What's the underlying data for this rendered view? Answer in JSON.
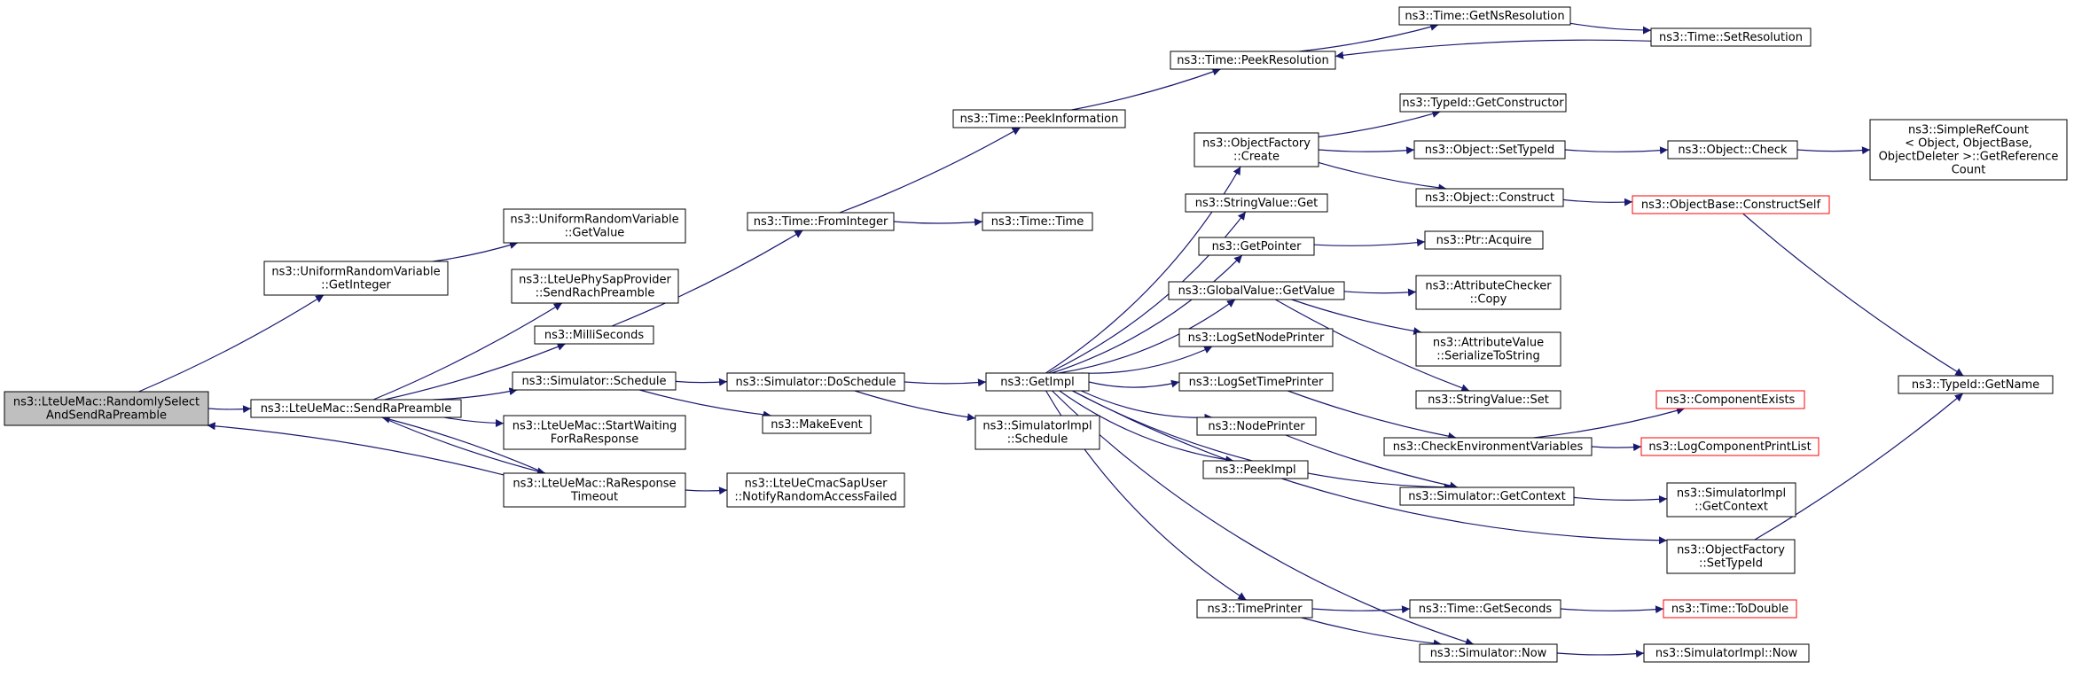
{
  "colors": {
    "edge": "#191970",
    "border": "#000000",
    "red_border": "#ff0000",
    "root_fill": "#bfbfbf",
    "fill": "#ffffff"
  },
  "nodes": [
    {
      "id": "root",
      "lines": [
        "ns3::LteUeMac::RandomlySelect",
        "AndSendRaPreamble"
      ],
      "style": "root"
    },
    {
      "id": "uniform_getinteger",
      "lines": [
        "ns3::UniformRandomVariable",
        "::GetInteger"
      ],
      "style": "normal"
    },
    {
      "id": "sendrapreamble",
      "lines": [
        "ns3::LteUeMac::SendRaPreamble"
      ],
      "style": "normal"
    },
    {
      "id": "uniform_getvalue",
      "lines": [
        "ns3::UniformRandomVariable",
        "::GetValue"
      ],
      "style": "normal"
    },
    {
      "id": "phy_sendrach",
      "lines": [
        "ns3::LteUePhySapProvider",
        "::SendRachPreamble"
      ],
      "style": "normal"
    },
    {
      "id": "milliseconds",
      "lines": [
        "ns3::MilliSeconds"
      ],
      "style": "normal"
    },
    {
      "id": "sim_schedule",
      "lines": [
        "ns3::Simulator::Schedule"
      ],
      "style": "normal"
    },
    {
      "id": "startwaiting",
      "lines": [
        "ns3::LteUeMac::StartWaiting",
        "ForRaResponse"
      ],
      "style": "normal"
    },
    {
      "id": "raresponse",
      "lines": [
        "ns3::LteUeMac::RaResponse",
        "Timeout"
      ],
      "style": "normal"
    },
    {
      "id": "time_frominteger",
      "lines": [
        "ns3::Time::FromInteger"
      ],
      "style": "normal"
    },
    {
      "id": "time_peekinfo",
      "lines": [
        "ns3::Time::PeekInformation"
      ],
      "style": "normal"
    },
    {
      "id": "time_peekres",
      "lines": [
        "ns3::Time::PeekResolution"
      ],
      "style": "normal"
    },
    {
      "id": "time_getnsres",
      "lines": [
        "ns3::Time::GetNsResolution"
      ],
      "style": "normal"
    },
    {
      "id": "time_setres",
      "lines": [
        "ns3::Time::SetResolution"
      ],
      "style": "normal"
    },
    {
      "id": "time_time",
      "lines": [
        "ns3::Time::Time"
      ],
      "style": "normal"
    },
    {
      "id": "sim_doschedule",
      "lines": [
        "ns3::Simulator::DoSchedule"
      ],
      "style": "normal"
    },
    {
      "id": "makeevent",
      "lines": [
        "ns3::MakeEvent"
      ],
      "style": "normal"
    },
    {
      "id": "simimpl_schedule",
      "lines": [
        "ns3::SimulatorImpl",
        "::Schedule"
      ],
      "style": "normal"
    },
    {
      "id": "notifyrandom",
      "lines": [
        "ns3::LteUeCmacSapUser",
        "::NotifyRandomAccessFailed"
      ],
      "style": "normal"
    },
    {
      "id": "getimpl",
      "lines": [
        "ns3::GetImpl"
      ],
      "style": "normal"
    },
    {
      "id": "objfactory_create",
      "lines": [
        "ns3::ObjectFactory",
        "::Create"
      ],
      "style": "normal"
    },
    {
      "id": "stringvalue_get",
      "lines": [
        "ns3::StringValue::Get"
      ],
      "style": "normal"
    },
    {
      "id": "getpointer",
      "lines": [
        "ns3::GetPointer"
      ],
      "style": "normal"
    },
    {
      "id": "globalvalue_getvalue",
      "lines": [
        "ns3::GlobalValue::GetValue"
      ],
      "style": "normal"
    },
    {
      "id": "logsetnodeprinter",
      "lines": [
        "ns3::LogSetNodePrinter"
      ],
      "style": "normal"
    },
    {
      "id": "logsettimeprinter",
      "lines": [
        "ns3::LogSetTimePrinter"
      ],
      "style": "normal"
    },
    {
      "id": "nodeprinter",
      "lines": [
        "ns3::NodePrinter"
      ],
      "style": "normal"
    },
    {
      "id": "peekimpl",
      "lines": [
        "ns3::PeekImpl"
      ],
      "style": "normal"
    },
    {
      "id": "timeprinter",
      "lines": [
        "ns3::TimePrinter"
      ],
      "style": "normal"
    },
    {
      "id": "typeid_getconstructor",
      "lines": [
        "ns3::TypeId::GetConstructor"
      ],
      "style": "normal"
    },
    {
      "id": "object_settypeid",
      "lines": [
        "ns3::Object::SetTypeId"
      ],
      "style": "normal"
    },
    {
      "id": "object_construct",
      "lines": [
        "ns3::Object::Construct"
      ],
      "style": "normal"
    },
    {
      "id": "object_check",
      "lines": [
        "ns3::Object::Check"
      ],
      "style": "normal"
    },
    {
      "id": "simplerefcount",
      "lines": [
        "ns3::SimpleRefCount",
        "< Object, ObjectBase,",
        "ObjectDeleter >::GetReference",
        "Count"
      ],
      "style": "normal"
    },
    {
      "id": "objectbase_constructself",
      "lines": [
        "ns3::ObjectBase::ConstructSelf"
      ],
      "style": "red"
    },
    {
      "id": "ptr_acquire",
      "lines": [
        "ns3::Ptr::Acquire"
      ],
      "style": "normal"
    },
    {
      "id": "attrchecker_copy",
      "lines": [
        "ns3::AttributeChecker",
        "::Copy"
      ],
      "style": "normal"
    },
    {
      "id": "attrvalue_serialize",
      "lines": [
        "ns3::AttributeValue",
        "::SerializeToString"
      ],
      "style": "normal"
    },
    {
      "id": "stringvalue_set",
      "lines": [
        "ns3::StringValue::Set"
      ],
      "style": "normal"
    },
    {
      "id": "checkenv",
      "lines": [
        "ns3::CheckEnvironmentVariables"
      ],
      "style": "normal"
    },
    {
      "id": "componentexists",
      "lines": [
        "ns3::ComponentExists"
      ],
      "style": "red"
    },
    {
      "id": "logcomponentprintlist",
      "lines": [
        "ns3::LogComponentPrintList"
      ],
      "style": "red"
    },
    {
      "id": "sim_getcontext",
      "lines": [
        "ns3::Simulator::GetContext"
      ],
      "style": "normal"
    },
    {
      "id": "simimpl_getcontext",
      "lines": [
        "ns3::SimulatorImpl",
        "::GetContext"
      ],
      "style": "normal"
    },
    {
      "id": "objfactory_settypeid",
      "lines": [
        "ns3::ObjectFactory",
        "::SetTypeId"
      ],
      "style": "normal"
    },
    {
      "id": "typeid_getname",
      "lines": [
        "ns3::TypeId::GetName"
      ],
      "style": "normal"
    },
    {
      "id": "time_getseconds",
      "lines": [
        "ns3::Time::GetSeconds"
      ],
      "style": "normal"
    },
    {
      "id": "time_todouble",
      "lines": [
        "ns3::Time::ToDouble"
      ],
      "style": "red"
    },
    {
      "id": "sim_now",
      "lines": [
        "ns3::Simulator::Now"
      ],
      "style": "normal"
    },
    {
      "id": "simimpl_now",
      "lines": [
        "ns3::SimulatorImpl::Now"
      ],
      "style": "normal"
    }
  ],
  "edges": [
    [
      "root",
      "uniform_getinteger"
    ],
    [
      "root",
      "sendrapreamble"
    ],
    [
      "uniform_getinteger",
      "uniform_getvalue"
    ],
    [
      "sendrapreamble",
      "phy_sendrach"
    ],
    [
      "sendrapreamble",
      "milliseconds"
    ],
    [
      "sendrapreamble",
      "sim_schedule"
    ],
    [
      "sendrapreamble",
      "startwaiting"
    ],
    [
      "sendrapreamble",
      "raresponse"
    ],
    [
      "raresponse",
      "root"
    ],
    [
      "raresponse",
      "sendrapreamble"
    ],
    [
      "raresponse",
      "notifyrandom"
    ],
    [
      "milliseconds",
      "time_frominteger"
    ],
    [
      "time_frominteger",
      "time_peekinfo"
    ],
    [
      "time_frominteger",
      "time_time"
    ],
    [
      "time_peekinfo",
      "time_peekres"
    ],
    [
      "time_peekres",
      "time_getnsres"
    ],
    [
      "time_getnsres",
      "time_setres"
    ],
    [
      "time_setres",
      "time_peekres"
    ],
    [
      "sim_schedule",
      "sim_doschedule"
    ],
    [
      "sim_schedule",
      "makeevent"
    ],
    [
      "sim_doschedule",
      "getimpl"
    ],
    [
      "sim_doschedule",
      "simimpl_schedule"
    ],
    [
      "getimpl",
      "objfactory_create"
    ],
    [
      "getimpl",
      "stringvalue_get"
    ],
    [
      "getimpl",
      "getpointer"
    ],
    [
      "getimpl",
      "globalvalue_getvalue"
    ],
    [
      "getimpl",
      "logsetnodeprinter"
    ],
    [
      "getimpl",
      "logsettimeprinter"
    ],
    [
      "getimpl",
      "nodeprinter"
    ],
    [
      "getimpl",
      "peekimpl"
    ],
    [
      "getimpl",
      "sim_getcontext"
    ],
    [
      "getimpl",
      "objfactory_settypeid"
    ],
    [
      "getimpl",
      "timeprinter"
    ],
    [
      "getimpl",
      "sim_now"
    ],
    [
      "objfactory_create",
      "typeid_getconstructor"
    ],
    [
      "objfactory_create",
      "object_settypeid"
    ],
    [
      "objfactory_create",
      "object_construct"
    ],
    [
      "object_settypeid",
      "object_check"
    ],
    [
      "object_check",
      "simplerefcount"
    ],
    [
      "object_construct",
      "objectbase_constructself"
    ],
    [
      "objectbase_constructself",
      "typeid_getname"
    ],
    [
      "getpointer",
      "ptr_acquire"
    ],
    [
      "globalvalue_getvalue",
      "attrchecker_copy"
    ],
    [
      "globalvalue_getvalue",
      "attrvalue_serialize"
    ],
    [
      "globalvalue_getvalue",
      "stringvalue_set"
    ],
    [
      "logsettimeprinter",
      "checkenv"
    ],
    [
      "nodeprinter",
      "sim_getcontext"
    ],
    [
      "checkenv",
      "componentexists"
    ],
    [
      "checkenv",
      "logcomponentprintlist"
    ],
    [
      "sim_getcontext",
      "simimpl_getcontext"
    ],
    [
      "objfactory_settypeid",
      "typeid_getname"
    ],
    [
      "timeprinter",
      "time_getseconds"
    ],
    [
      "timeprinter",
      "sim_now"
    ],
    [
      "time_getseconds",
      "time_todouble"
    ],
    [
      "sim_now",
      "simimpl_now"
    ]
  ]
}
